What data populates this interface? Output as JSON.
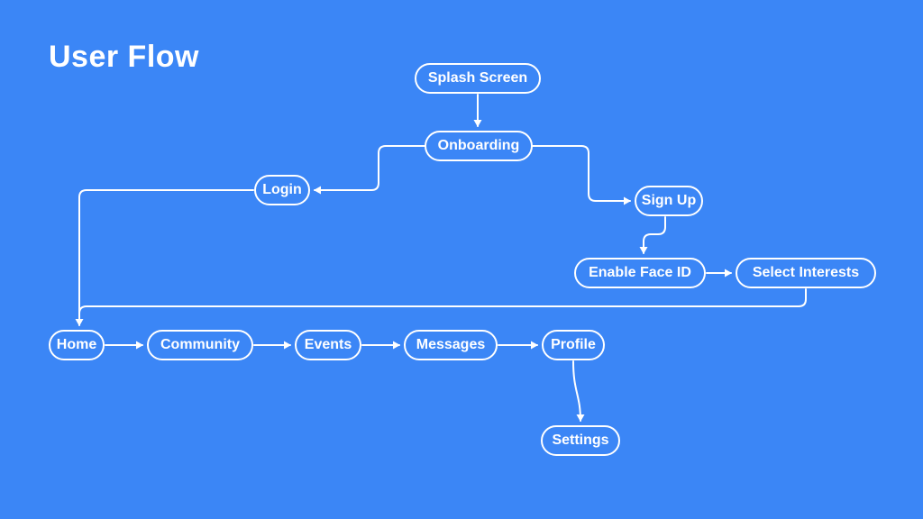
{
  "title": "User Flow",
  "colors": {
    "background": "#3b86f6",
    "node_border": "#ffffff",
    "text": "#ffffff",
    "connector": "#ffffff"
  },
  "nodes": [
    {
      "id": "splash",
      "label": "Splash Screen"
    },
    {
      "id": "onboarding",
      "label": "Onboarding"
    },
    {
      "id": "login",
      "label": "Login"
    },
    {
      "id": "signup",
      "label": "Sign Up"
    },
    {
      "id": "enable-face-id",
      "label": "Enable Face ID"
    },
    {
      "id": "select-interests",
      "label": "Select Interests"
    },
    {
      "id": "home",
      "label": "Home"
    },
    {
      "id": "community",
      "label": "Community"
    },
    {
      "id": "events",
      "label": "Events"
    },
    {
      "id": "messages",
      "label": "Messages"
    },
    {
      "id": "profile",
      "label": "Profile"
    },
    {
      "id": "settings",
      "label": "Settings"
    }
  ],
  "edges": [
    {
      "from": "splash",
      "to": "onboarding"
    },
    {
      "from": "onboarding",
      "to": "login"
    },
    {
      "from": "onboarding",
      "to": "signup"
    },
    {
      "from": "signup",
      "to": "enable-face-id"
    },
    {
      "from": "enable-face-id",
      "to": "select-interests"
    },
    {
      "from": "select-interests",
      "to": "home"
    },
    {
      "from": "login",
      "to": "home"
    },
    {
      "from": "home",
      "to": "community"
    },
    {
      "from": "community",
      "to": "events"
    },
    {
      "from": "events",
      "to": "messages"
    },
    {
      "from": "messages",
      "to": "profile"
    },
    {
      "from": "profile",
      "to": "settings"
    }
  ]
}
